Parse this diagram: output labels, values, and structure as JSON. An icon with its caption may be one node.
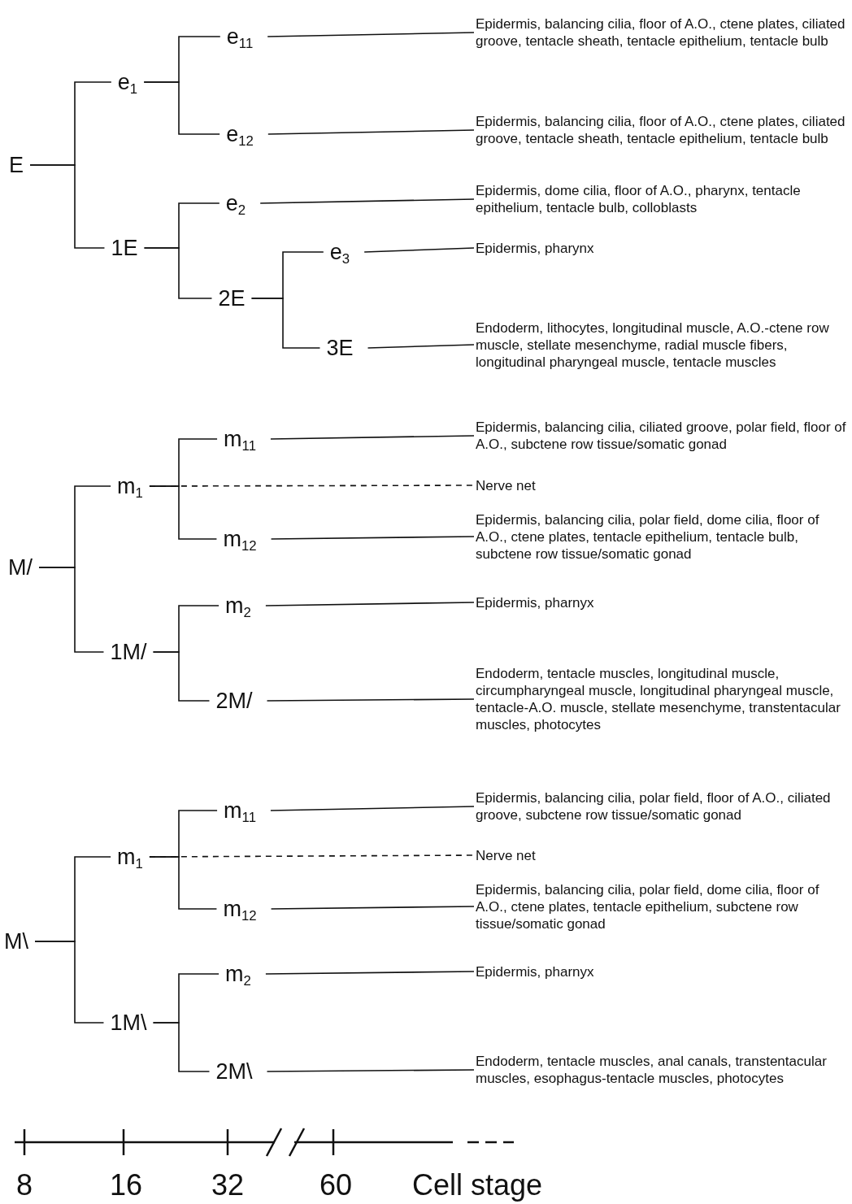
{
  "diagram": {
    "nodes": [
      {
        "text": [
          "E"
        ]
      },
      {
        "text": [
          "e$_{1}$"
        ]
      },
      {
        "text": [
          "e$_{11}$"
        ]
      },
      {
        "text": [
          "Epidermis, balancing cilia, floor of A.O., ctene plates, ciliated groove, tentacle sheath, tentacle epithelium, tentacle bulb"
        ]
      },
      {
        "text": [
          "e$_{12}$"
        ]
      },
      {
        "text": [
          "Epidermis, balancing cilia, floor of A.O., ctene plates, ciliated groove, tentacle sheath, tentacle epithelium, tentacle bulb"
        ]
      },
      {
        "text": [
          "1E"
        ]
      },
      {
        "text": [
          "e$_{2}$"
        ]
      },
      {
        "text": [
          "Epidermis, dome cilia, floor of A.O., pharynx, tentacle epithelium, tentacle bulb, colloblasts"
        ]
      },
      {
        "text": [
          "2E"
        ]
      },
      {
        "text": [
          "e$_{3}$"
        ]
      },
      {
        "text": [
          "Epidermis, pharynx"
        ]
      },
      {
        "text": [
          "3E"
        ]
      },
      {
        "text": [
          "Endoderm, lithocytes, longitudinal muscle, A.O.-ctene row muscle, stellate mesenchyme, radial muscle fibers, longitudinal pharyngeal muscle, tentacle muscles"
        ]
      },
      {
        "text": [
          "M/"
        ]
      },
      {
        "text": [
          "m$_{1}$"
        ]
      },
      {
        "text": [
          "m$_{11}$"
        ]
      },
      {
        "text": [
          "Epidermis, balancing cilia, ciliated groove, polar field, floor of A.O., subctene row tissue/somatic gonad"
        ]
      },
      {
        "text": [
          "Nerve net"
        ]
      },
      {
        "text": [
          "m$_{12}$"
        ]
      },
      {
        "text": [
          "Epidermis, balancing cilia, polar field, dome cilia, floor of A.O., ctene plates, tentacle epithelium, tentacle bulb, subctene row tissue/somatic gonad"
        ]
      },
      {
        "text": [
          "1M/"
        ]
      },
      {
        "text": [
          "m$_{2}$"
        ]
      },
      {
        "text": [
          "Epidermis, pharnyx"
        ]
      },
      {
        "text": [
          "2M/"
        ]
      },
      {
        "text": [
          "Endoderm, tentacle muscles, longitudinal muscle, circumpharyngeal muscle, longitudinal pharyngeal muscle, tentacle-A.O. muscle, stellate mesenchyme, transtentacular muscles, photocytes"
        ]
      },
      {
        "text": [
          "M\\"
        ]
      },
      {
        "text": [
          "m$_{1}$"
        ]
      },
      {
        "text": [
          "m$_{11}$"
        ]
      },
      {
        "text": [
          "Epidermis, balancing cilia, polar field, floor of A.O., ciliated groove, subctene row tissue/somatic gonad"
        ]
      },
      {
        "text": [
          "Nerve net"
        ]
      },
      {
        "text": [
          "m$_{12}$"
        ]
      },
      {
        "text": [
          "Epidermis, balancing cilia, polar field, dome cilia, floor of A.O., ctene plates, tentacle epithelium, subctene row tissue/somatic gonad"
        ]
      },
      {
        "text": [
          "1M\\"
        ]
      },
      {
        "text": [
          "m$_{2}$"
        ]
      },
      {
        "text": [
          "Epidermis, pharnyx"
        ]
      },
      {
        "text": [
          "2M\\"
        ]
      },
      {
        "text": [
          "Endoderm, tentacle muscles, anal canals, transtentacular muscles, esophagus-tentacle muscles, photocytes"
        ]
      }
    ],
    "edges": [
      {
        "from": 0,
        "to": 1,
        "arrow": "none"
      },
      {
        "from": 0,
        "to": 6,
        "arrow": "none"
      },
      {
        "from": 1,
        "to": 2,
        "arrow": "none"
      },
      {
        "from": 1,
        "to": 4,
        "arrow": "none"
      },
      {
        "from": 2,
        "to": 3,
        "arrow": "none"
      },
      {
        "from": 4,
        "to": 5,
        "arrow": "none"
      },
      {
        "from": 6,
        "to": 7,
        "arrow": "none"
      },
      {
        "from": 6,
        "to": 9,
        "arrow": "none"
      },
      {
        "from": 7,
        "to": 8,
        "arrow": "none"
      },
      {
        "from": 9,
        "to": 10,
        "arrow": "none"
      },
      {
        "from": 9,
        "to": 12,
        "arrow": "none"
      },
      {
        "from": 10,
        "to": 11,
        "arrow": "none"
      },
      {
        "from": 12,
        "to": 13,
        "arrow": "none"
      },
      {
        "from": 14,
        "to": 15,
        "arrow": "none"
      },
      {
        "from": 14,
        "to": 21,
        "arrow": "none"
      },
      {
        "from": 15,
        "to": 16,
        "arrow": "none"
      },
      {
        "from": 15,
        "to": 18,
        "arrow": "none",
        "style": "dashed"
      },
      {
        "from": 15,
        "to": 19,
        "arrow": "none"
      },
      {
        "from": 16,
        "to": 17,
        "arrow": "none"
      },
      {
        "from": 19,
        "to": 20,
        "arrow": "none"
      },
      {
        "from": 21,
        "to": 22,
        "arrow": "none"
      },
      {
        "from": 21,
        "to": 24,
        "arrow": "none"
      },
      {
        "from": 22,
        "to": 23,
        "arrow": "none"
      },
      {
        "from": 24,
        "to": 25,
        "arrow": "none"
      },
      {
        "from": 26,
        "to": 27,
        "arrow": "none"
      },
      {
        "from": 26,
        "to": 33,
        "arrow": "none"
      },
      {
        "from": 27,
        "to": 28,
        "arrow": "none"
      },
      {
        "from": 27,
        "to": 30,
        "arrow": "none",
        "style": "dashed"
      },
      {
        "from": 27,
        "to": 31,
        "arrow": "none"
      },
      {
        "from": 28,
        "to": 29,
        "arrow": "none"
      },
      {
        "from": 31,
        "to": 32,
        "arrow": "none"
      },
      {
        "from": 33,
        "to": 34,
        "arrow": "none"
      },
      {
        "from": 33,
        "to": 36,
        "arrow": "none"
      },
      {
        "from": 34,
        "to": 35,
        "arrow": "none"
      },
      {
        "from": 36,
        "to": 37,
        "arrow": "none"
      }
    ],
    "labels": [
      "8",
      "16",
      "32",
      "60",
      "Cell stage"
    ]
  }
}
